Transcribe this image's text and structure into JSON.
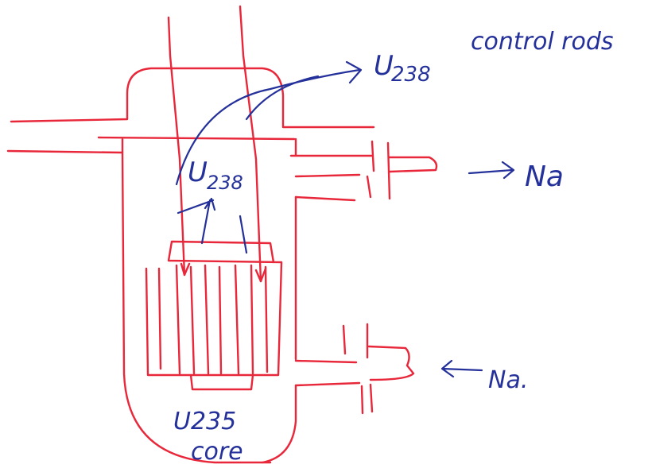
{
  "labels": {
    "control_rods": "control rods",
    "u238_top_u": "U",
    "u238_top_num": "238",
    "u238_inner_u": "U",
    "u238_inner_num": "238",
    "na_out": "Na",
    "na_in": "Na.",
    "core_line1": "U235",
    "core_line2": "core"
  },
  "colors": {
    "vessel_ink": "#e8283a",
    "annotation_ink": "#25319a"
  }
}
